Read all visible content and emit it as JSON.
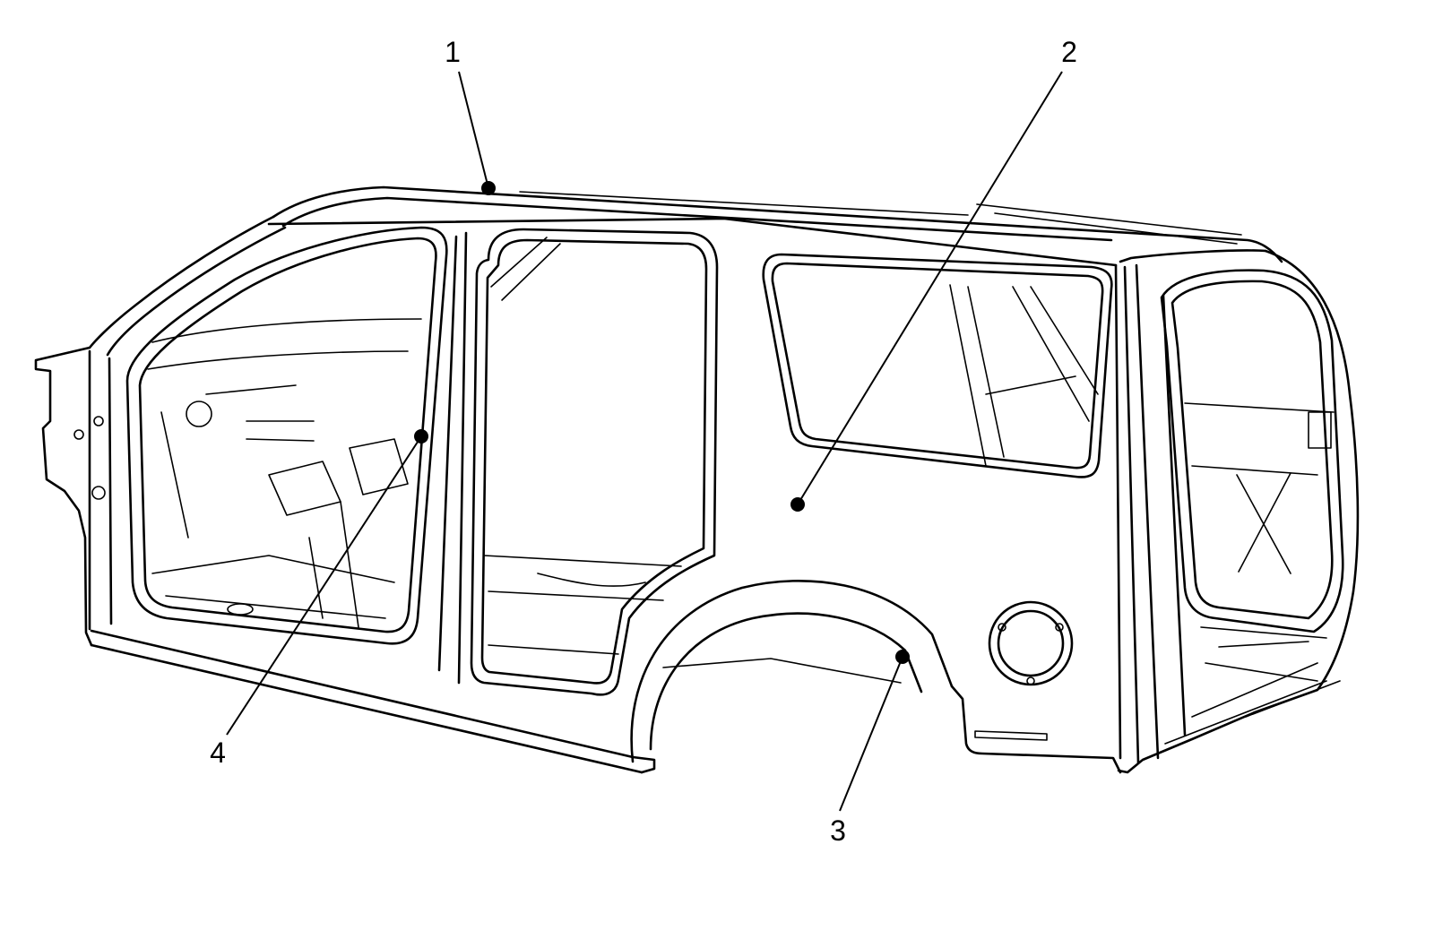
{
  "colors": {
    "line": "#000000",
    "background": "#ffffff"
  },
  "callouts": [
    {
      "label": "1"
    },
    {
      "label": "2"
    },
    {
      "label": "3"
    },
    {
      "label": "4"
    }
  ]
}
